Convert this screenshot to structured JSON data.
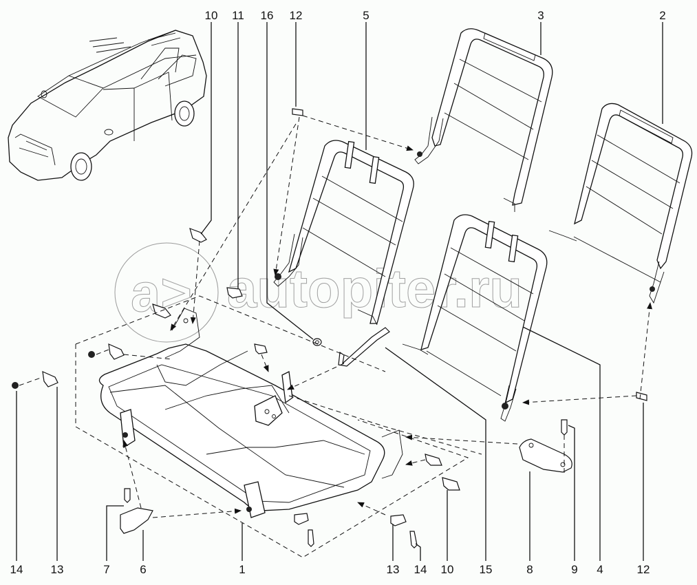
{
  "diagram": {
    "title": "Rear seat frame exploded view",
    "watermark": "autopiter.ru",
    "watermark_logo": "a>",
    "background_color": "#fbfdfb",
    "line_color": "#111111",
    "watermark_color": "#a0a0a0",
    "top_callouts": [
      {
        "label": "10",
        "part": "clip"
      },
      {
        "label": "11",
        "part": "clip"
      },
      {
        "label": "16",
        "part": "washer"
      },
      {
        "label": "12",
        "part": "bolt"
      },
      {
        "label": "5",
        "part": "seat-back-frame-center"
      },
      {
        "label": "3",
        "part": "seat-back-frame-left"
      },
      {
        "label": "2",
        "part": "seat-back-frame-right"
      }
    ],
    "bottom_callouts": [
      {
        "label": "14",
        "part": "screw"
      },
      {
        "label": "13",
        "part": "clip"
      },
      {
        "label": "7",
        "part": "bolt"
      },
      {
        "label": "6",
        "part": "bracket"
      },
      {
        "label": "1",
        "part": "seat-cushion-frame"
      },
      {
        "label": "13",
        "part": "clip"
      },
      {
        "label": "14",
        "part": "screw"
      },
      {
        "label": "10",
        "part": "clip"
      },
      {
        "label": "15",
        "part": "rod"
      },
      {
        "label": "8",
        "part": "hinge-plate"
      },
      {
        "label": "9",
        "part": "bolt"
      },
      {
        "label": "4",
        "part": "seat-back-frame-large"
      },
      {
        "label": "12",
        "part": "bolt"
      }
    ]
  }
}
